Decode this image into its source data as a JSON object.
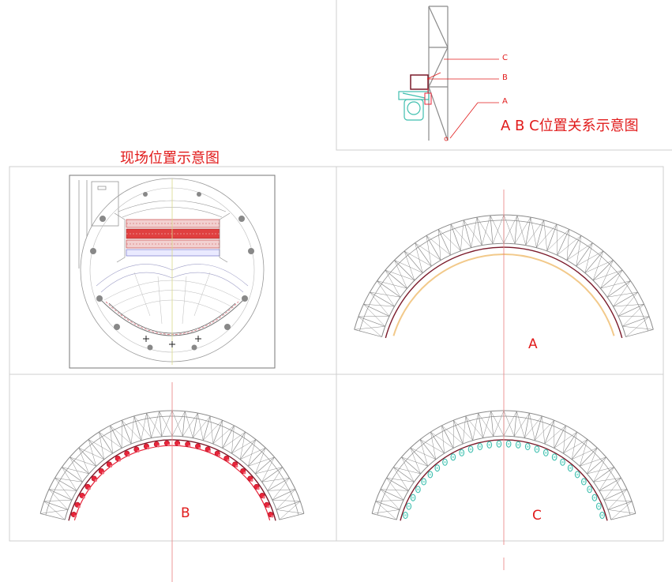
{
  "labels": {
    "site_title": "现场位置示意图",
    "relation_caption": "A B C位置关系示意图",
    "callout_c": "C",
    "callout_b": "B",
    "callout_a": "A",
    "panel_a": "A",
    "panel_b": "B",
    "panel_c": "C"
  },
  "colors": {
    "frame": "#cfcfcf",
    "label": "#e11b1b",
    "truss": "#8a8a8a",
    "inner_beam": "#7a1a2a",
    "ceiling_ring": "#f2c98a",
    "light_red": "#e8243a",
    "light_cyan": "#3fbfaf",
    "axis": "#e88080"
  }
}
